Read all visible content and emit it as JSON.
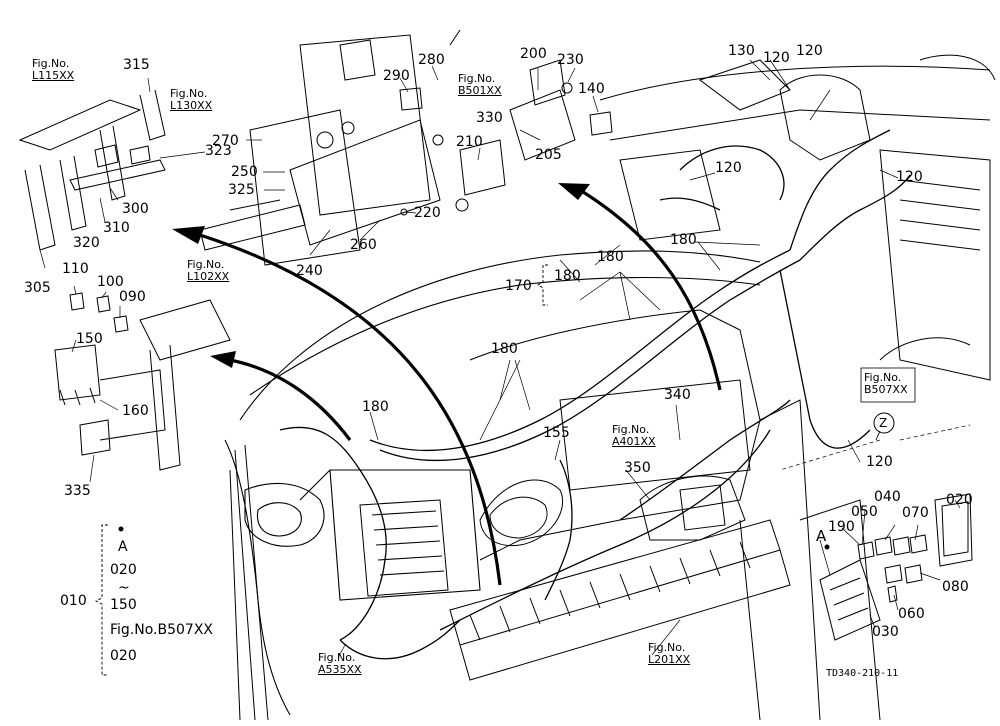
{
  "drawing_number": "TD340-210-11",
  "view_marker": "Z",
  "section_letter": "A",
  "legend": {
    "letter": "A",
    "item_from": "020",
    "tilde": "~",
    "item_to": "150",
    "group_id": "010",
    "fig_ref": "Fig.No.B507XX",
    "bottom_item": "020"
  },
  "fig_refs": [
    {
      "prefix": "Fig.No.",
      "code": "L115XX"
    },
    {
      "prefix": "Fig.No.",
      "code": "L130XX"
    },
    {
      "prefix": "Fig.No.",
      "code": "B501XX"
    },
    {
      "prefix": "Fig.No.",
      "code": "L102XX"
    },
    {
      "prefix": "Fig.No.",
      "code": "A401XX"
    },
    {
      "prefix": "Fig.No.",
      "code": "B507XX"
    },
    {
      "prefix": "Fig.No.",
      "code": "A535XX"
    },
    {
      "prefix": "Fig.No.",
      "code": "L201XX"
    }
  ],
  "parts": {
    "p315": "315",
    "p323": "323",
    "p300": "300",
    "p310": "310",
    "p320": "320",
    "p305": "305",
    "p290": "290",
    "p280": "280",
    "p270": "270",
    "p250": "250",
    "p325": "325",
    "p240": "240",
    "p260": "260",
    "p220": "220",
    "p210": "210",
    "p330": "330",
    "p205": "205",
    "p200": "200",
    "p230": "230",
    "p140": "140",
    "p130": "130",
    "p120a": "120",
    "p120b": "120",
    "p120c": "120",
    "p120d": "120",
    "p120e": "120",
    "p110": "110",
    "p100": "100",
    "p090": "090",
    "p150": "150",
    "p160": "160",
    "p335": "335",
    "p170": "170",
    "p180a": "180",
    "p180b": "180",
    "p180c": "180",
    "p180d": "180",
    "p180e": "180",
    "p155": "155",
    "p340": "340",
    "p350": "350",
    "p020": "020",
    "p040": "040",
    "p050": "050",
    "p070": "070",
    "p190": "190",
    "p080": "080",
    "p060": "060",
    "p030": "030"
  }
}
